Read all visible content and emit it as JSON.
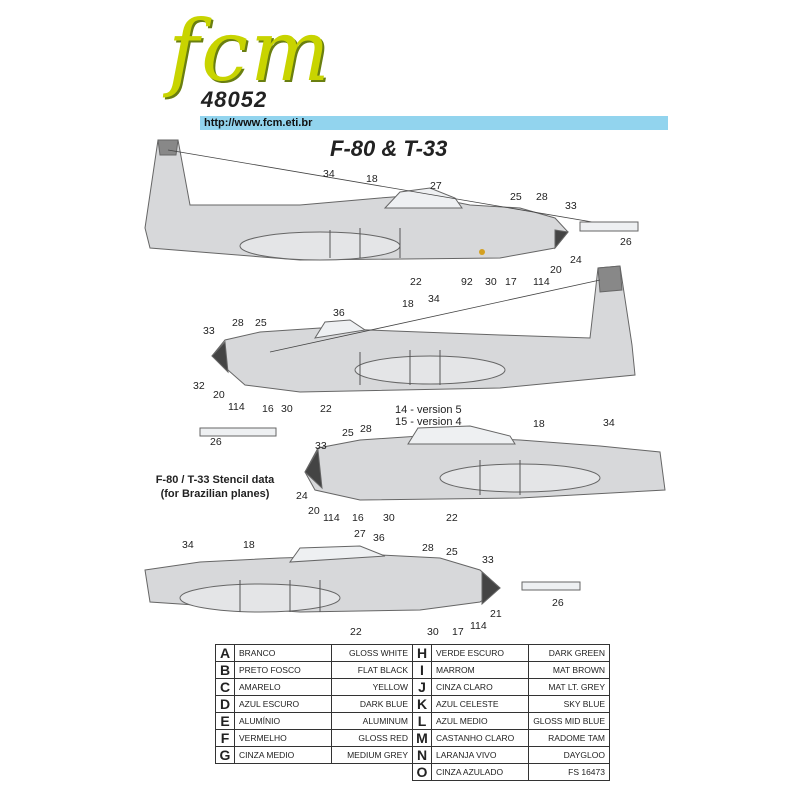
{
  "header": {
    "brand": "fcm",
    "code": "48052",
    "url": "http://www.fcm.eti.br",
    "title": "F-80 & T-33"
  },
  "notes": {
    "stencil_title": "F-80 / T-33 Stencil data",
    "stencil_sub": "(for Brazilian planes)",
    "version5": "14 - version 5",
    "version4": "15 - version 4"
  },
  "callouts": {
    "p1": [
      "34",
      "18",
      "27",
      "25",
      "28",
      "33",
      "26",
      "24",
      "20",
      "114",
      "17",
      "30",
      "92",
      "22"
    ],
    "p2": [
      "36",
      "18",
      "34",
      "33",
      "28",
      "25",
      "32",
      "20",
      "114",
      "16",
      "30",
      "22",
      "26"
    ],
    "p3": [
      "18",
      "34",
      "33",
      "25",
      "28",
      "24",
      "20",
      "114",
      "16",
      "30",
      "22"
    ],
    "p4": [
      "34",
      "18",
      "27",
      "36",
      "28",
      "25",
      "33",
      "21",
      "114",
      "17",
      "30",
      "22",
      "26"
    ]
  },
  "palette": {
    "left": [
      {
        "code": "A",
        "pt": "BRANCO",
        "en": "GLOSS WHITE"
      },
      {
        "code": "B",
        "pt": "PRETO FOSCO",
        "en": "FLAT BLACK"
      },
      {
        "code": "C",
        "pt": "AMARELO",
        "en": "YELLOW"
      },
      {
        "code": "D",
        "pt": "AZUL ESCURO",
        "en": "DARK BLUE"
      },
      {
        "code": "E",
        "pt": "ALUMÍNIO",
        "en": "ALUMINUM"
      },
      {
        "code": "F",
        "pt": "VERMELHO",
        "en": "GLOSS RED"
      },
      {
        "code": "G",
        "pt": "CINZA MEDIO",
        "en": "MEDIUM GREY"
      }
    ],
    "right": [
      {
        "code": "H",
        "pt": "VERDE ESCURO",
        "en": "DARK GREEN"
      },
      {
        "code": "I",
        "pt": "MARROM",
        "en": "MAT BROWN"
      },
      {
        "code": "J",
        "pt": "CINZA CLARO",
        "en": "MAT LT. GREY"
      },
      {
        "code": "K",
        "pt": "AZUL CELESTE",
        "en": "SKY BLUE"
      },
      {
        "code": "L",
        "pt": "AZUL MEDIO",
        "en": "GLOSS MID BLUE"
      },
      {
        "code": "M",
        "pt": "CASTANHO CLARO",
        "en": "RADOME TAM"
      },
      {
        "code": "N",
        "pt": "LARANJA VIVO",
        "en": "DAYGLOO"
      },
      {
        "code": "O",
        "pt": "CINZA AZULADO",
        "en": "FS 16473"
      }
    ]
  },
  "colors": {
    "url_bar": "#92d4ee",
    "logo": "#c8d400",
    "aircraft": "#d7d8da"
  }
}
